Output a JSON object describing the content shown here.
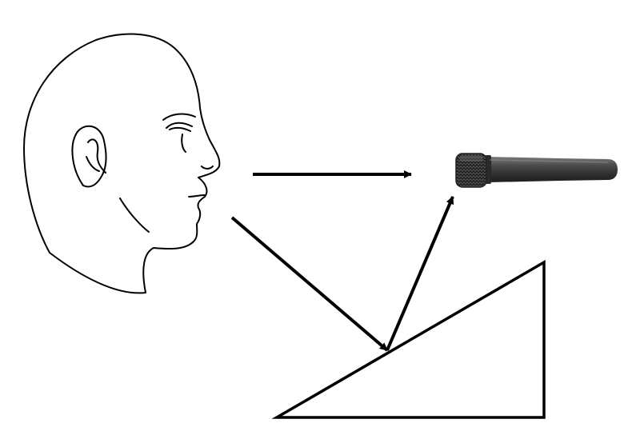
{
  "colors": {
    "background": "#ffffff",
    "line": "#000000",
    "mic_body": "#3a3a3a",
    "mic_grille": "#1c1c1c",
    "mic_highlight": "#6a6a6a"
  },
  "elements": {
    "head": {
      "icon": "human-head-profile-icon"
    },
    "microphone": {
      "icon": "dynamic-microphone-icon"
    },
    "reflector": {
      "shape": "right-triangle-ramp"
    },
    "direct_path": {
      "type": "arrow"
    },
    "reflected_path": {
      "type": "arrow"
    }
  }
}
